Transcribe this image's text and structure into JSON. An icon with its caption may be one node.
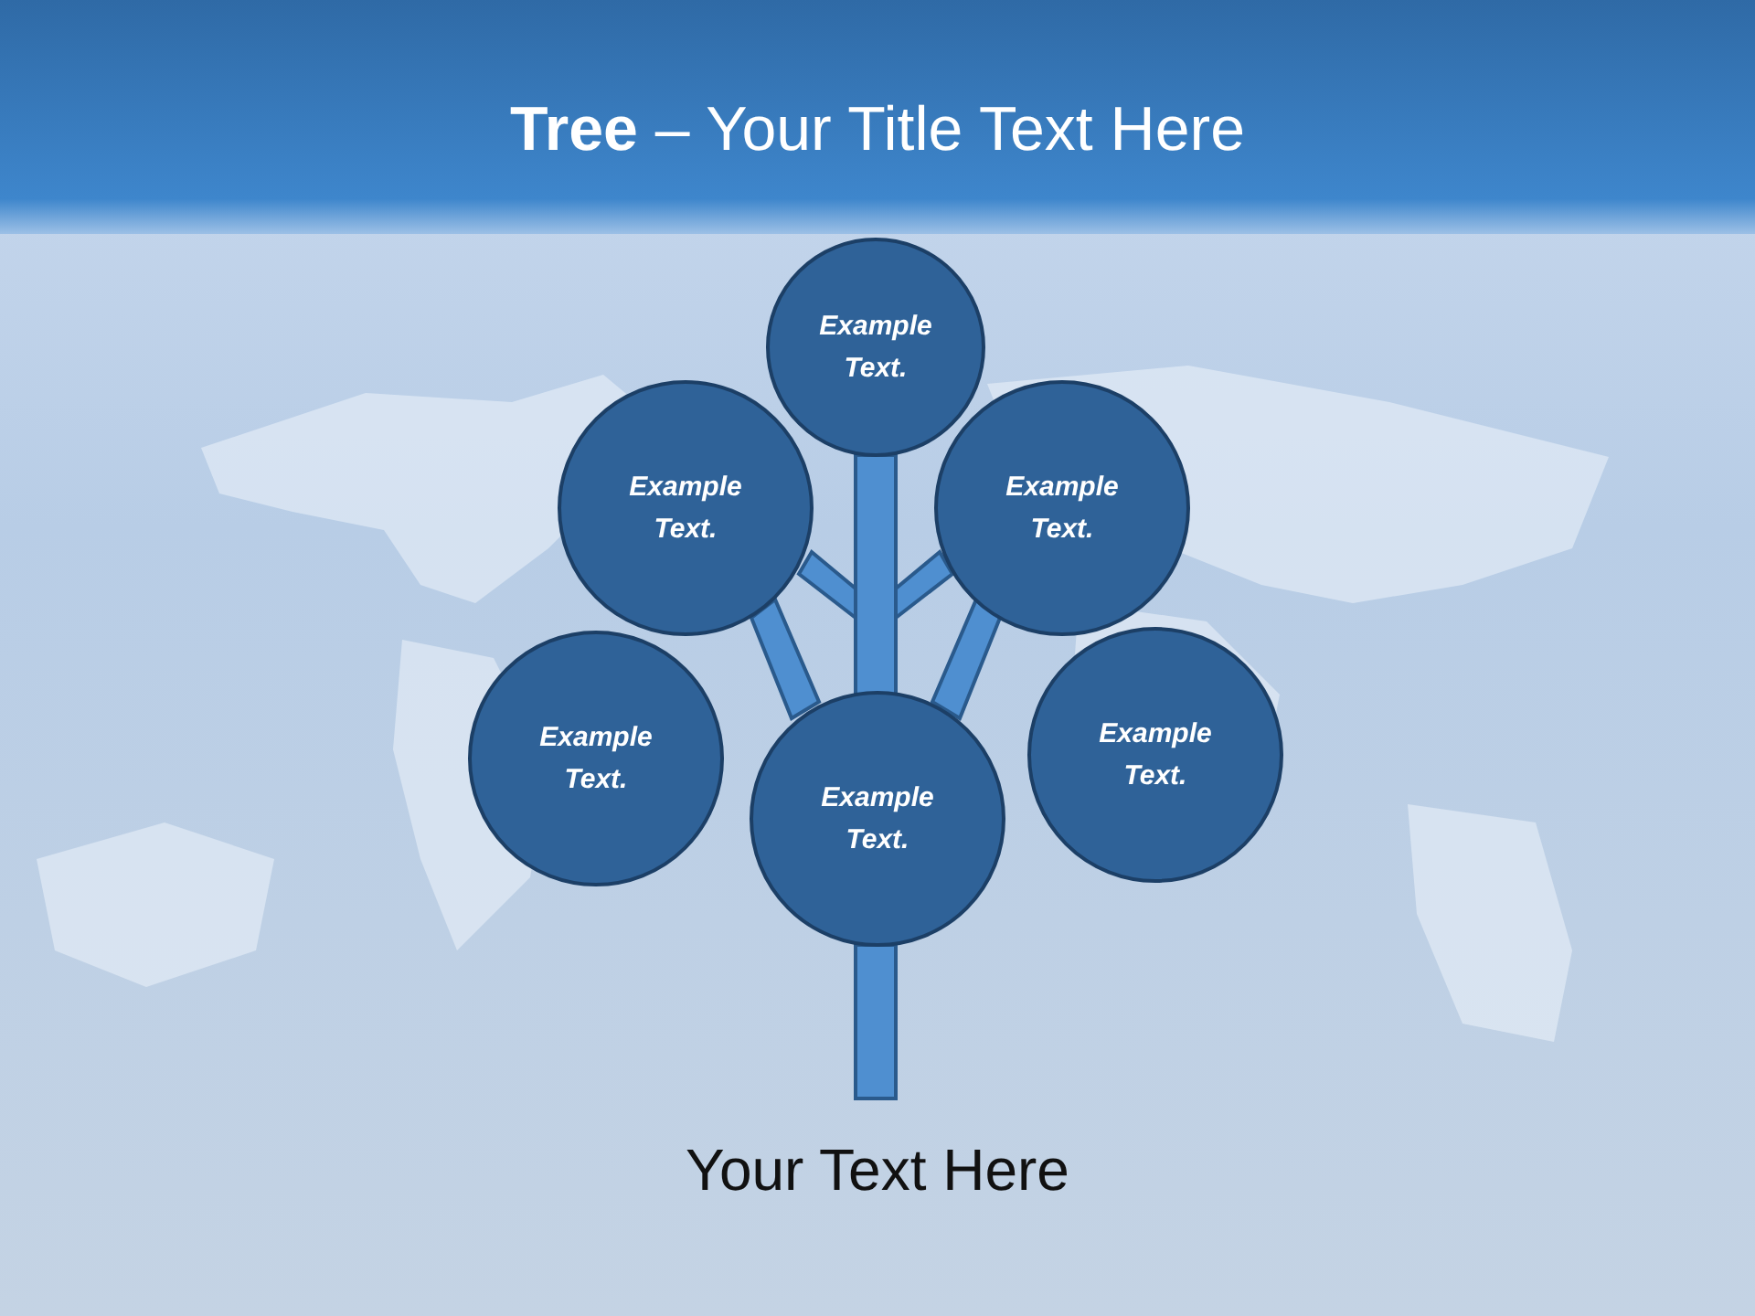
{
  "diagram": {
    "title": "**Tree** – Your Title Text Here",
    "nodes": [
      {
        "text": [
          "Example Text."
        ]
      },
      {
        "text": [
          "Example Text."
        ]
      },
      {
        "text": [
          "Example Text."
        ]
      },
      {
        "text": [
          "Example Text."
        ]
      },
      {
        "text": [
          "Example Text."
        ]
      },
      {
        "text": [
          "Example Text."
        ]
      }
    ],
    "labels": [
      "Your Text Here"
    ]
  }
}
